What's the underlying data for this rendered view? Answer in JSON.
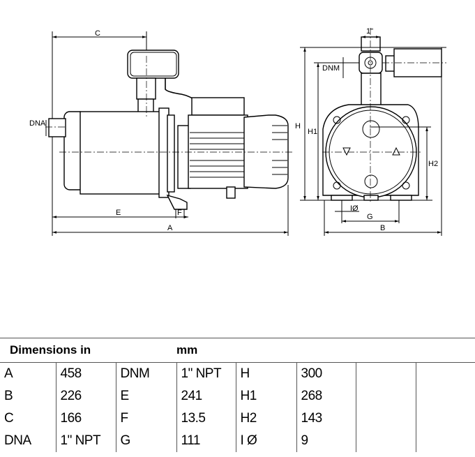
{
  "drawing": {
    "labels": {
      "C": "C",
      "DNA": "DNA",
      "E": "E",
      "F": "F",
      "A": "A",
      "inch": "1\"",
      "DNM": "DNM",
      "H": "H",
      "H1": "H1",
      "H2": "H2",
      "IO": "IØ",
      "G": "G",
      "B": "B"
    }
  },
  "table": {
    "header": {
      "title": "Dimensions in",
      "unit": "mm"
    },
    "rows": [
      [
        "A",
        "458",
        "DNM",
        "1\" NPT",
        "H",
        "300",
        "",
        ""
      ],
      [
        "B",
        "226",
        "E",
        "241",
        "H1",
        "268",
        "",
        ""
      ],
      [
        "C",
        "166",
        "F",
        "13.5",
        "H2",
        "143",
        "",
        ""
      ],
      [
        "DNA",
        "1\" NPT",
        "G",
        "111",
        "I Ø",
        "9",
        "",
        ""
      ]
    ]
  }
}
